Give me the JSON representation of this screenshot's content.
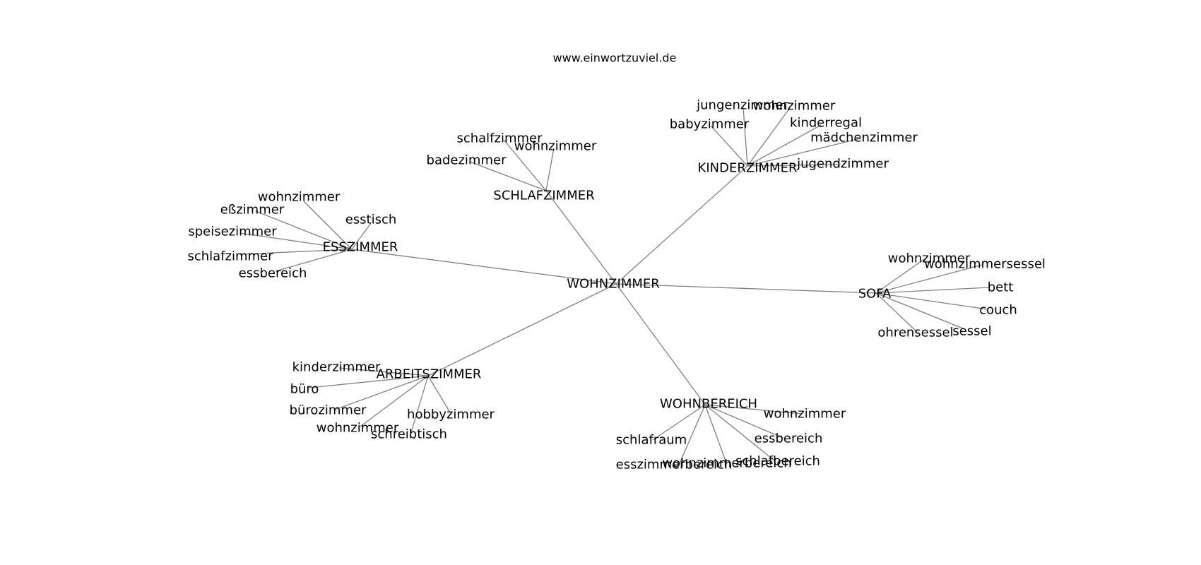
{
  "site": "www.einwortzuviel.de",
  "graph": {
    "root": "WOHNZIMMER",
    "clusters": [
      {
        "label": "ESSZIMMER",
        "leaves": [
          "wohnzimmer",
          "eßzimmer",
          "esstisch",
          "speisezimmer",
          "schlafzimmer",
          "essbereich"
        ]
      },
      {
        "label": "SCHLAFZIMMER",
        "leaves": [
          "schalfzimmer",
          "wohnzimmer",
          "badezimmer"
        ]
      },
      {
        "label": "KINDERZIMMER",
        "leaves": [
          "jungenzimmer",
          "wohnzimmer",
          "babyzimmer",
          "kinderregal",
          "mädchenzimmer",
          "jugendzimmer"
        ]
      },
      {
        "label": "SOFA",
        "leaves": [
          "wohnzimmer",
          "wohnzimmersessel",
          "bett",
          "couch",
          "ohrensessel",
          "sessel"
        ]
      },
      {
        "label": "ARBEITSZIMMER",
        "leaves": [
          "kinderzimmer",
          "büro",
          "bürozimmer",
          "hobbyzimmer",
          "wohnzimmer",
          "schreibtisch"
        ]
      },
      {
        "label": "WOHNBEREICH",
        "leaves": [
          "wohnzimmer",
          "schlafraum",
          "essbereich",
          "esszimmerbereich",
          "wohnzimmerbereich",
          "schlafbereich"
        ]
      }
    ]
  }
}
